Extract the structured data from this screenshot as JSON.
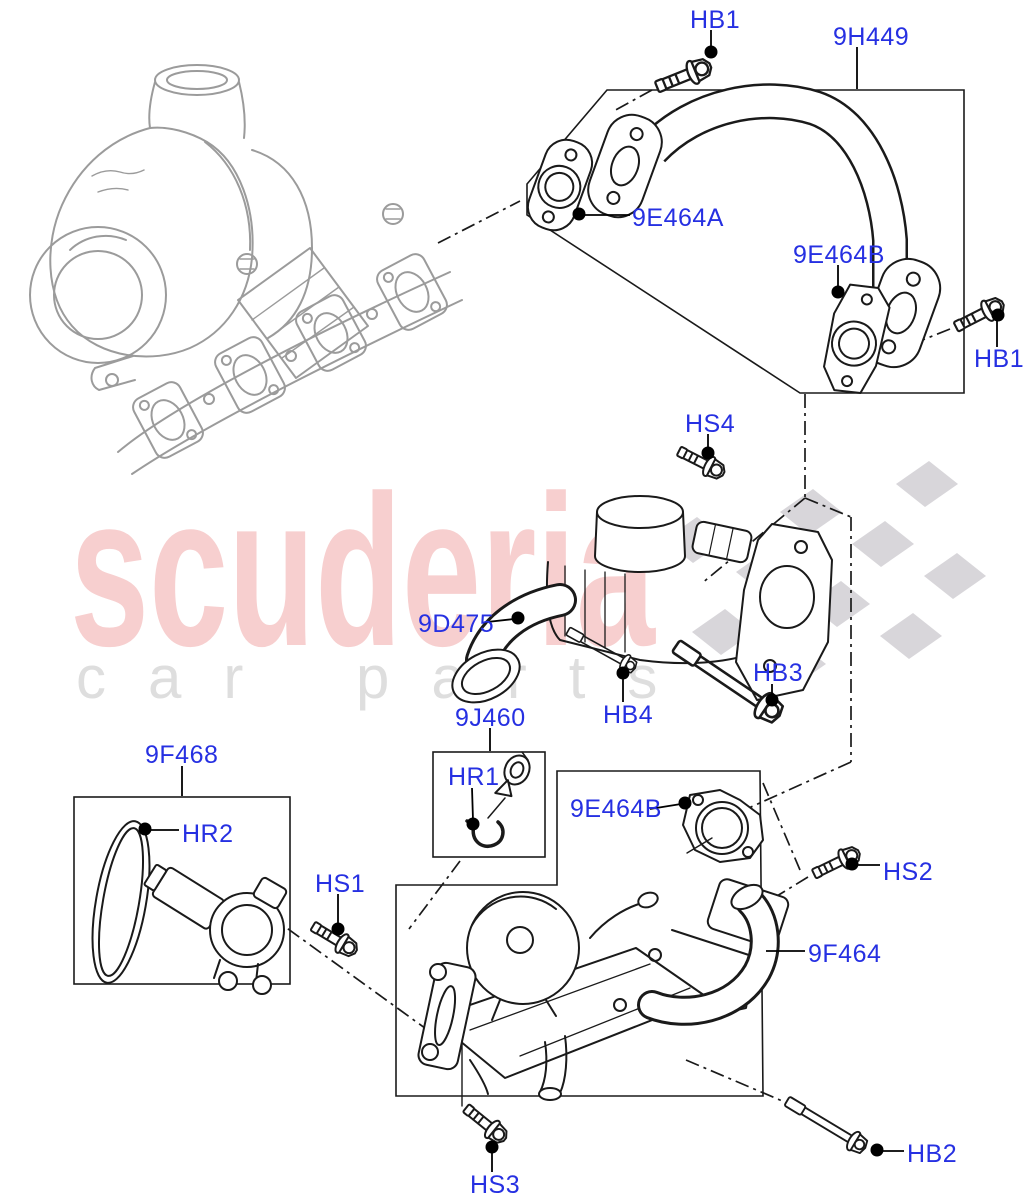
{
  "watermark": {
    "brand": "scuderia",
    "tagline_word1": "car",
    "tagline_word2": "parts",
    "brand_color": "#F7CFCF",
    "tagline_color": "#DEDEDE",
    "checker_color": "#D8D6DA"
  },
  "colors": {
    "label_blue": "#2630E2",
    "line_black": "#1a1a1a",
    "reference_gray": "#9b9b9b",
    "background": "#ffffff"
  },
  "labels": [
    {
      "id": "hb1-top",
      "text": "HB1"
    },
    {
      "id": "9h449",
      "text": "9H449"
    },
    {
      "id": "9e464a",
      "text": "9E464A"
    },
    {
      "id": "9e464b-upper",
      "text": "9E464B"
    },
    {
      "id": "hb1-right",
      "text": "HB1"
    },
    {
      "id": "hs4",
      "text": "HS4"
    },
    {
      "id": "9d475",
      "text": "9D475"
    },
    {
      "id": "hb3",
      "text": "HB3"
    },
    {
      "id": "9j460",
      "text": "9J460"
    },
    {
      "id": "hb4",
      "text": "HB4"
    },
    {
      "id": "9f468",
      "text": "9F468"
    },
    {
      "id": "hr1",
      "text": "HR1"
    },
    {
      "id": "9e464b-lower",
      "text": "9E464B"
    },
    {
      "id": "hr2",
      "text": "HR2"
    },
    {
      "id": "hs2",
      "text": "HS2"
    },
    {
      "id": "hs1",
      "text": "HS1"
    },
    {
      "id": "9f464",
      "text": "9F464"
    },
    {
      "id": "hb2",
      "text": "HB2"
    },
    {
      "id": "hs3",
      "text": "HS3"
    }
  ]
}
